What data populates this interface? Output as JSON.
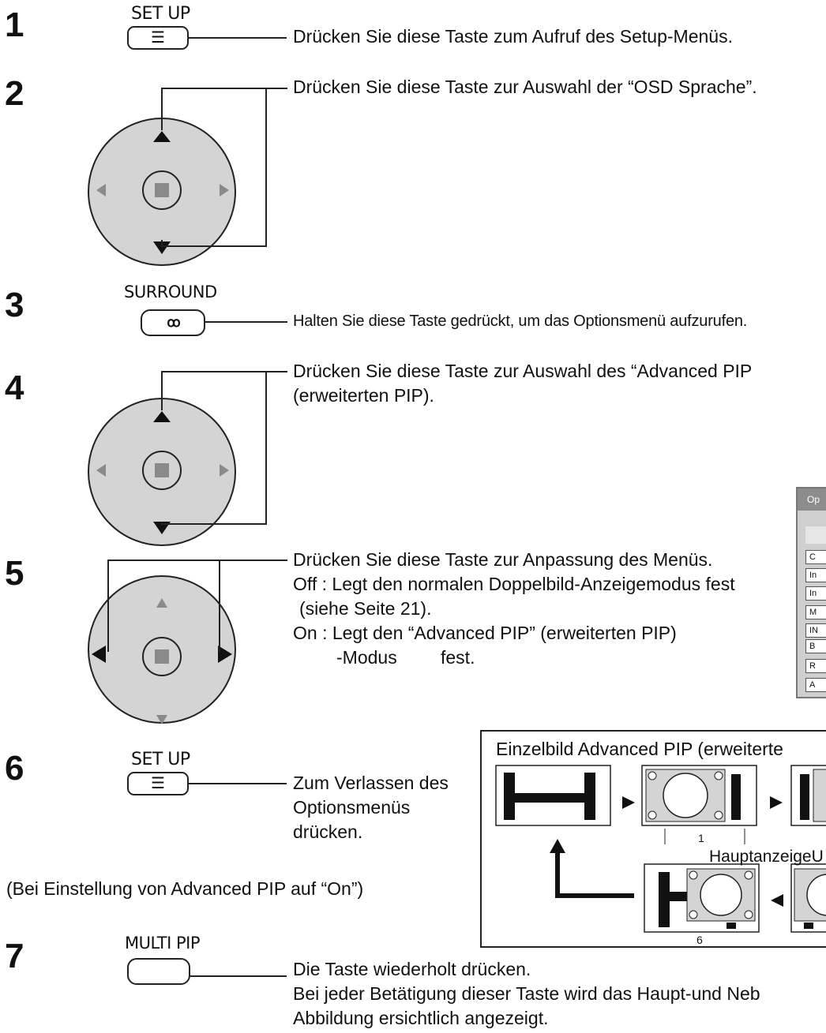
{
  "steps": [
    {
      "num": "1",
      "key": "SET UP",
      "text": [
        "Drücken Sie diese Taste zum Aufruf des Setup-Menüs."
      ]
    },
    {
      "num": "2",
      "text": [
        "Drücken Sie diese Taste zur Auswahl der “OSD Sprache”."
      ]
    },
    {
      "num": "3",
      "key": "SURROUND",
      "text": [
        "Halten Sie diese Taste gedrückt, um das Optionsmenü aufzurufen."
      ]
    },
    {
      "num": "4",
      "text": [
        "Drücken Sie diese Taste zur Auswahl des “Advanced PIP",
        "(erweiterten PIP)."
      ]
    },
    {
      "num": "5",
      "text": [
        "Drücken Sie diese Taste zur Anpassung des Menüs.",
        "Off : Legt den normalen Doppelbild-Anzeigemodus fest",
        "(siehe Seite 21).",
        "On : Legt den “Advanced PIP” (erweiterten PIP)",
        "-Modus",
        "fest."
      ]
    },
    {
      "num": "6",
      "key": "SET UP",
      "text": [
        "Zum Verlassen des",
        "Optionsmenüs",
        "drücken."
      ]
    },
    {
      "num": "7",
      "key": "MULTI PIP",
      "text": [
        "Die Taste wiederholt drücken.",
        "Bei jeder Betätigung dieser Taste wird das Haupt-und Neb",
        "Abbildung ersichtlich angezeigt."
      ]
    }
  ],
  "note": "(Bei Einstellung von Advanced PIP auf “On”)",
  "menu": {
    "header": "Op",
    "rows": [
      "C",
      "In",
      "In",
      "M",
      "IN",
      "B",
      "R",
      "A"
    ]
  },
  "diagram": {
    "title": "Einzelbild  Advanced PIP (erweiterte",
    "labels": {
      "frame1": "1",
      "frame6": "6",
      "main": "HauptanzeigeU"
    }
  },
  "colors": {
    "ink": "#111111",
    "pad": "#d4d4d4",
    "button_gray": "#8a8a8a",
    "menu_header": "#8c8c8c"
  },
  "icons": {
    "setup": "menu-list-icon",
    "surround": "surround-icon",
    "pad": "directional-pad-icon"
  }
}
